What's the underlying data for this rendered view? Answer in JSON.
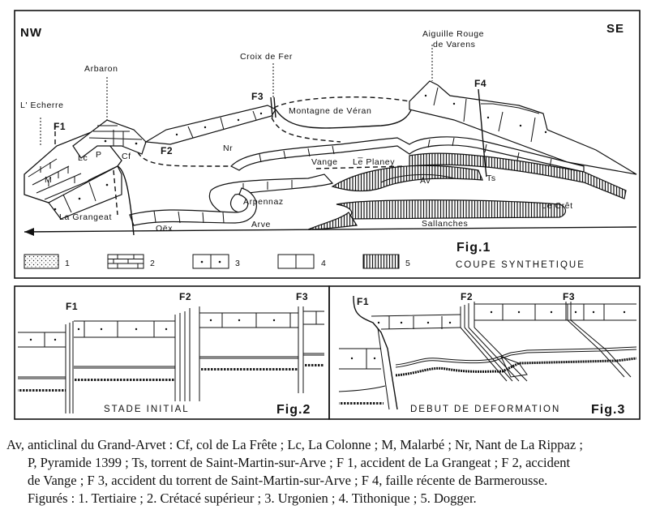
{
  "fig1": {
    "direction_left": "NW",
    "direction_right": "SE",
    "label": "Fig.1",
    "caption": "COUPE SYNTHETIQUE",
    "places": {
      "arbaron": "Arbaron",
      "echerre": "L' Echerre",
      "croix_de_fer": "Croix de Fer",
      "aiguille_line1": "Aiguille Rouge",
      "aiguille_line2": "de Varens",
      "montagne": "Montagne de Véran",
      "nr": "Nr",
      "vange": "Vange",
      "le_planey": "Le̅ Planey",
      "arpennaz": "Arpennaz",
      "la_grangeat": "La Grangeat",
      "oex": "Oëx",
      "arve": "Arve",
      "sallanches": "Sallanches",
      "le_cret": "Le Crêt",
      "av": "Av",
      "ts": "Ts",
      "lc": "Lc",
      "p": "P",
      "cf": "Cf",
      "m": "M"
    },
    "faults": {
      "f1": "F1",
      "f2": "F2",
      "f3": "F3",
      "f4": "F4"
    },
    "legend": [
      {
        "key": "1",
        "pattern": "tertiaire-dots"
      },
      {
        "key": "2",
        "pattern": "cretace-bricks"
      },
      {
        "key": "3",
        "pattern": "urgonien-dotted-blocks"
      },
      {
        "key": "4",
        "pattern": "tithonique-blocks"
      },
      {
        "key": "5",
        "pattern": "dogger-vertical-hatch"
      }
    ]
  },
  "fig2": {
    "label": "Fig.2",
    "caption": "STADE INITIAL",
    "faults": [
      "F1",
      "F2",
      "F3"
    ]
  },
  "fig3": {
    "label": "Fig.3",
    "caption": "DEBUT DE DEFORMATION",
    "faults": [
      "F1",
      "F2",
      "F3"
    ]
  },
  "caption": {
    "line1": "Av, anticlinal du Grand-Arvet : Cf, col de La Frête ; Lc, La Colonne ; M, Malarbé ; Nr, Nant de La Rippaz ;",
    "line2": "P, Pyramide 1399 ; Ts, torrent de Saint-Martin-sur-Arve ; F 1, accident de La Grangeat ; F 2, accident",
    "line3": "de Vange ; F 3, accident du torrent de Saint-Martin-sur-Arve ; F 4, faille récente de Barmerousse.",
    "line4": "Figurés : 1. Tertiaire ; 2. Crétacé supérieur ; 3. Urgonien ; 4. Tithonique ; 5. Dogger."
  }
}
